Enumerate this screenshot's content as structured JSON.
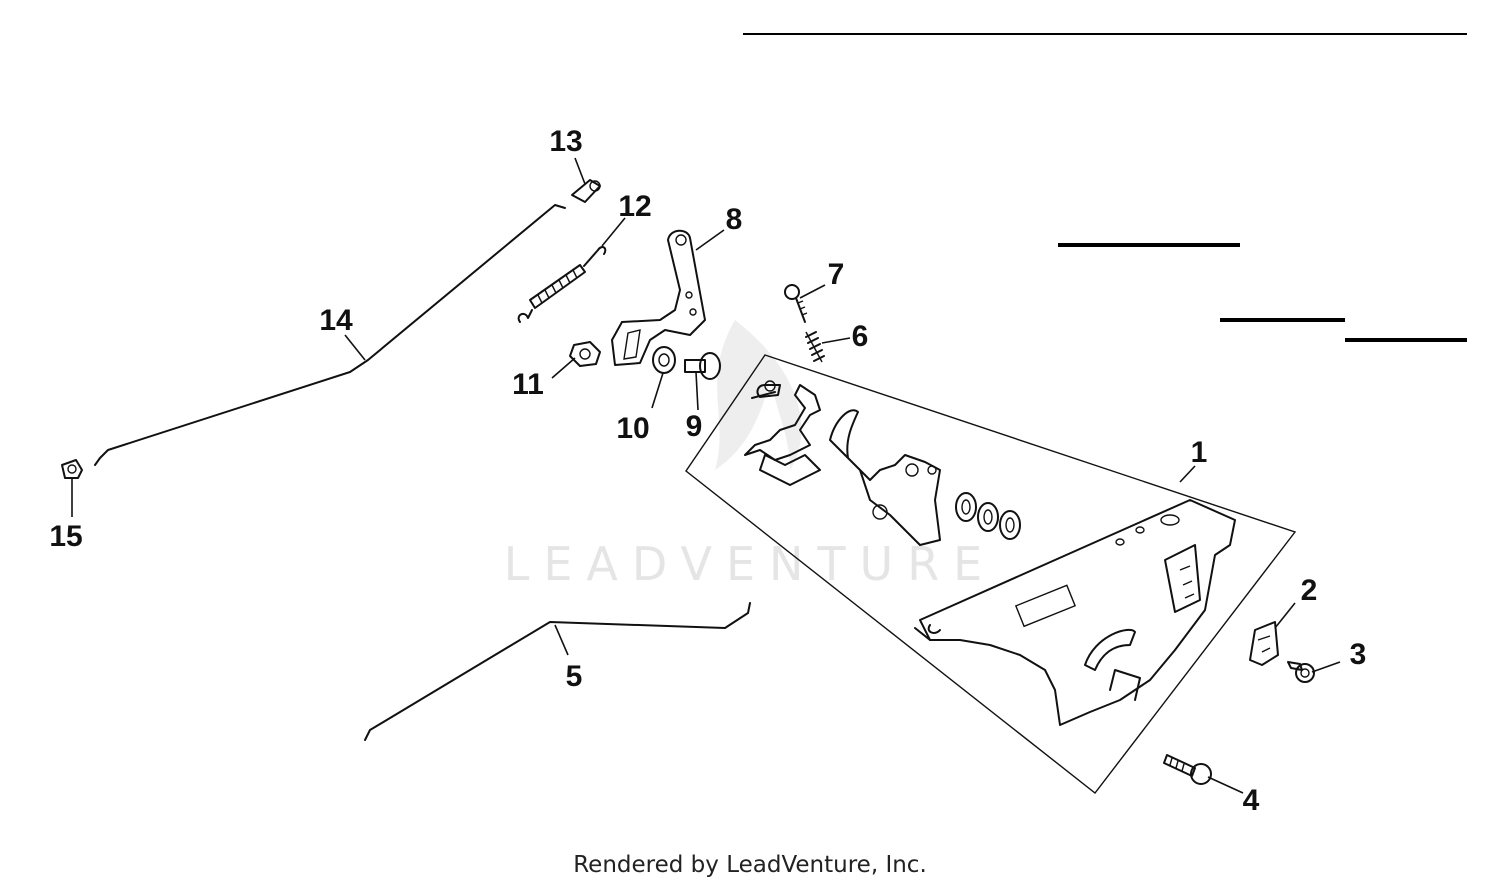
{
  "colors": {
    "ink": "#111111",
    "watermark": "#e5e5e5"
  },
  "watermark": {
    "text": "LEADVENTURE"
  },
  "callouts": [
    {
      "label": "1"
    },
    {
      "label": "2"
    },
    {
      "label": "3"
    },
    {
      "label": "4"
    },
    {
      "label": "5"
    },
    {
      "label": "6"
    },
    {
      "label": "7"
    },
    {
      "label": "8"
    },
    {
      "label": "9"
    },
    {
      "label": "10"
    },
    {
      "label": "11"
    },
    {
      "label": "12"
    },
    {
      "label": "13"
    },
    {
      "label": "14"
    },
    {
      "label": "15"
    }
  ],
  "footer": {
    "text": "Rendered by LeadVenture, Inc."
  }
}
